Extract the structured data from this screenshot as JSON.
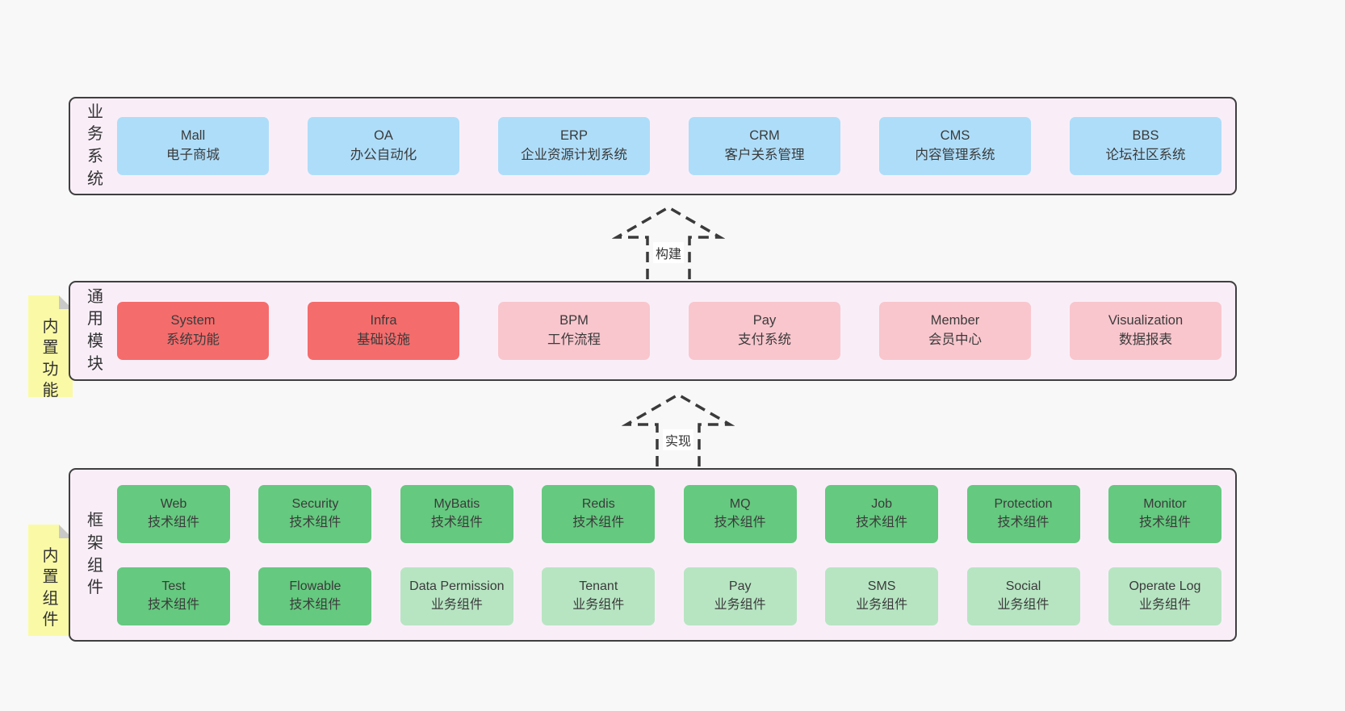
{
  "colors": {
    "page_bg": "#f8f8f8",
    "container_bg": "#f9eef8",
    "container_border": "#3f3f3f",
    "blue_box": "#aeddf9",
    "red_box": "#f56c6c",
    "pink_box": "#f9c6cd",
    "green_dark_box": "#65c97f",
    "green_light_box": "#b7e5c2",
    "note_yellow": "#fafaa6",
    "note_fold": "#c9c9c9",
    "text": "#3b3b3b"
  },
  "layer1": {
    "label": "业务系统",
    "boxes": [
      {
        "title": "Mall",
        "subtitle": "电子商城"
      },
      {
        "title": "OA",
        "subtitle": "办公自动化"
      },
      {
        "title": "ERP",
        "subtitle": "企业资源计划系统"
      },
      {
        "title": "CRM",
        "subtitle": "客户关系管理"
      },
      {
        "title": "CMS",
        "subtitle": "内容管理系统"
      },
      {
        "title": "BBS",
        "subtitle": "论坛社区系统"
      }
    ]
  },
  "arrow1": {
    "label": "构建"
  },
  "layer2": {
    "label": "通用模块",
    "note": "内置功能",
    "boxes": [
      {
        "title": "System",
        "subtitle": "系统功能"
      },
      {
        "title": "Infra",
        "subtitle": "基础设施"
      },
      {
        "title": "BPM",
        "subtitle": "工作流程"
      },
      {
        "title": "Pay",
        "subtitle": "支付系统"
      },
      {
        "title": "Member",
        "subtitle": "会员中心"
      },
      {
        "title": "Visualization",
        "subtitle": "数据报表"
      }
    ]
  },
  "arrow2": {
    "label": "实现"
  },
  "layer3": {
    "label": "框架组件",
    "note": "内置组件",
    "row1": [
      {
        "title": "Web",
        "subtitle": "技术组件"
      },
      {
        "title": "Security",
        "subtitle": "技术组件"
      },
      {
        "title": "MyBatis",
        "subtitle": "技术组件"
      },
      {
        "title": "Redis",
        "subtitle": "技术组件"
      },
      {
        "title": "MQ",
        "subtitle": "技术组件"
      },
      {
        "title": "Job",
        "subtitle": "技术组件"
      },
      {
        "title": "Protection",
        "subtitle": "技术组件"
      },
      {
        "title": "Monitor",
        "subtitle": "技术组件"
      }
    ],
    "row2": [
      {
        "title": "Test",
        "subtitle": "技术组件"
      },
      {
        "title": "Flowable",
        "subtitle": "技术组件"
      },
      {
        "title": "Data Permission",
        "subtitle": "业务组件"
      },
      {
        "title": "Tenant",
        "subtitle": "业务组件"
      },
      {
        "title": "Pay",
        "subtitle": "业务组件"
      },
      {
        "title": "SMS",
        "subtitle": "业务组件"
      },
      {
        "title": "Social",
        "subtitle": "业务组件"
      },
      {
        "title": "Operate Log",
        "subtitle": "业务组件"
      }
    ]
  }
}
